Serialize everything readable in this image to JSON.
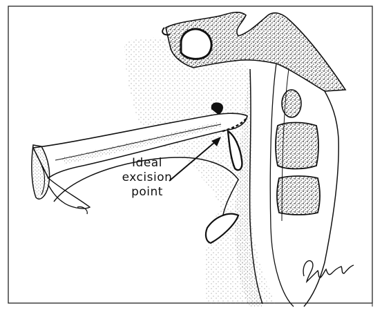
{
  "annotation": {
    "line1": "Ideal",
    "line2": "excision",
    "line3": "point"
  },
  "signature": "Bua"
}
